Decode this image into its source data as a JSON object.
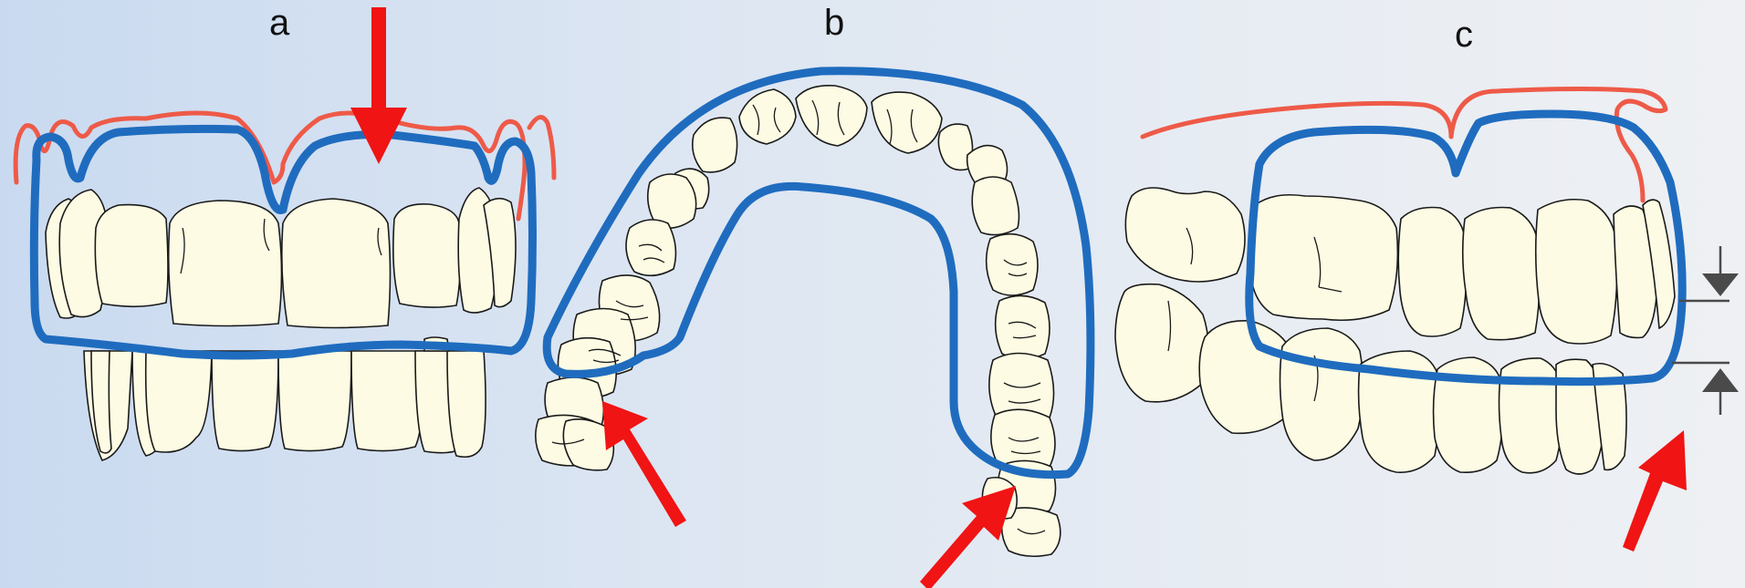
{
  "panels": [
    {
      "id": "a",
      "label": "a"
    },
    {
      "id": "b",
      "label": "b"
    },
    {
      "id": "c",
      "label": "c"
    }
  ],
  "colors": {
    "tray_outline": "#1f6cbf",
    "gingiva_line": "#ee5a48",
    "arrow": "#f01414",
    "tooth_fill": "#fdfbe3",
    "measure_marker": "#4a4a4a"
  },
  "icons": [
    "red-arrow-icon",
    "dimension-arrow-icon"
  ]
}
